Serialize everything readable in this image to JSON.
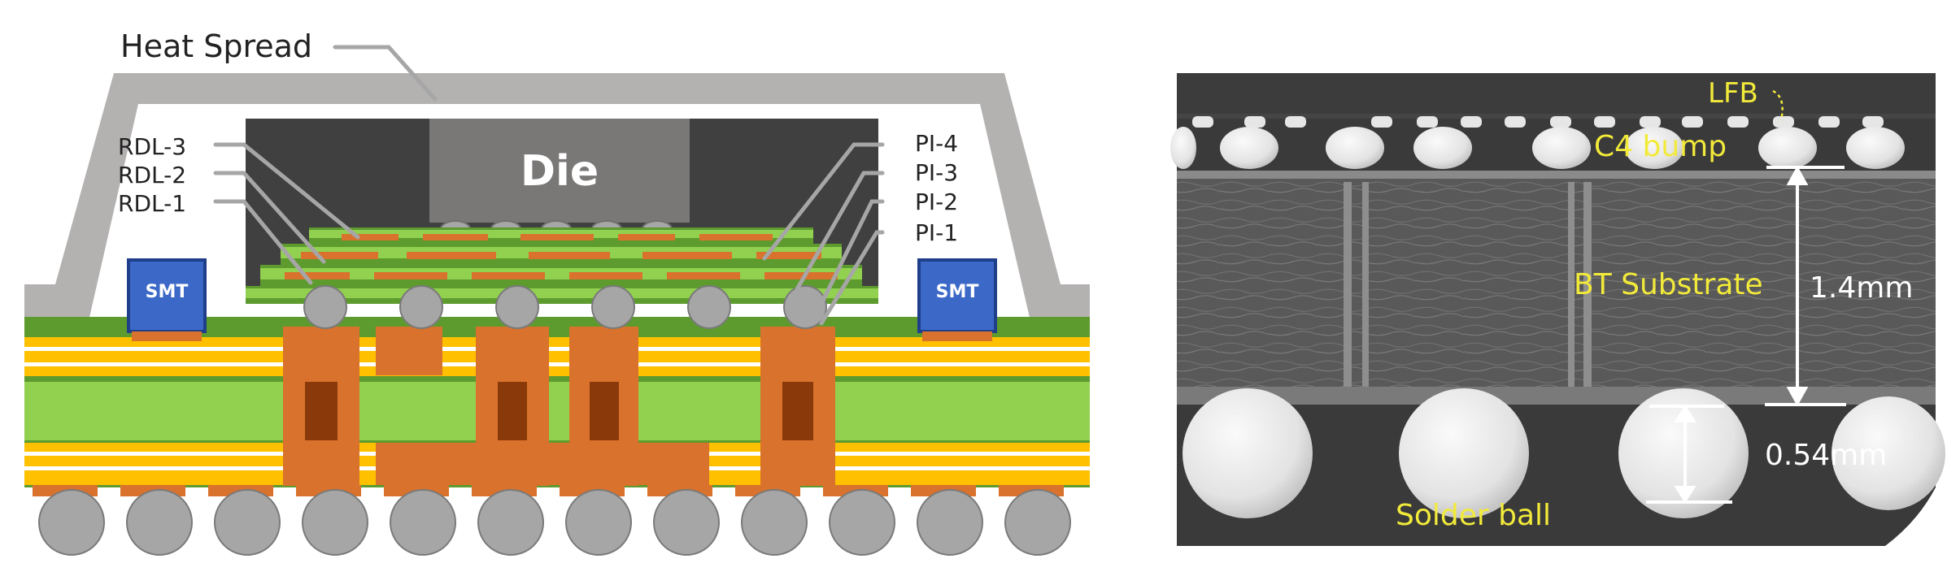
{
  "left_diagram": {
    "heat_spread_label": "Heat Spread",
    "die_label": "Die",
    "smt_left_label": "SMT",
    "smt_right_label": "SMT",
    "rdl_labels": [
      "RDL-3",
      "RDL-2",
      "RDL-1"
    ],
    "pi_labels": [
      "PI-4",
      "PI-3",
      "PI-2",
      "PI-1"
    ]
  },
  "right_micrograph": {
    "lfb_label": "LFB",
    "c4_label": "C4 bump",
    "substrate_label": "BT Substrate",
    "substrate_thickness": "1.4mm",
    "ball_height": "0.54mm",
    "solder_ball_label": "Solder ball"
  },
  "colors": {
    "heat_spreader": "#b4b1b1",
    "die": "#7a7777",
    "mold": "#404040",
    "copper": "#d9722c",
    "core": "#92d050",
    "prepreg_green": "#5d9b2e",
    "yellow": "#ffc000",
    "smt": "#3c69c8",
    "balls": "#a6a6a6",
    "annotation_yellow": "#f2ea3a"
  }
}
